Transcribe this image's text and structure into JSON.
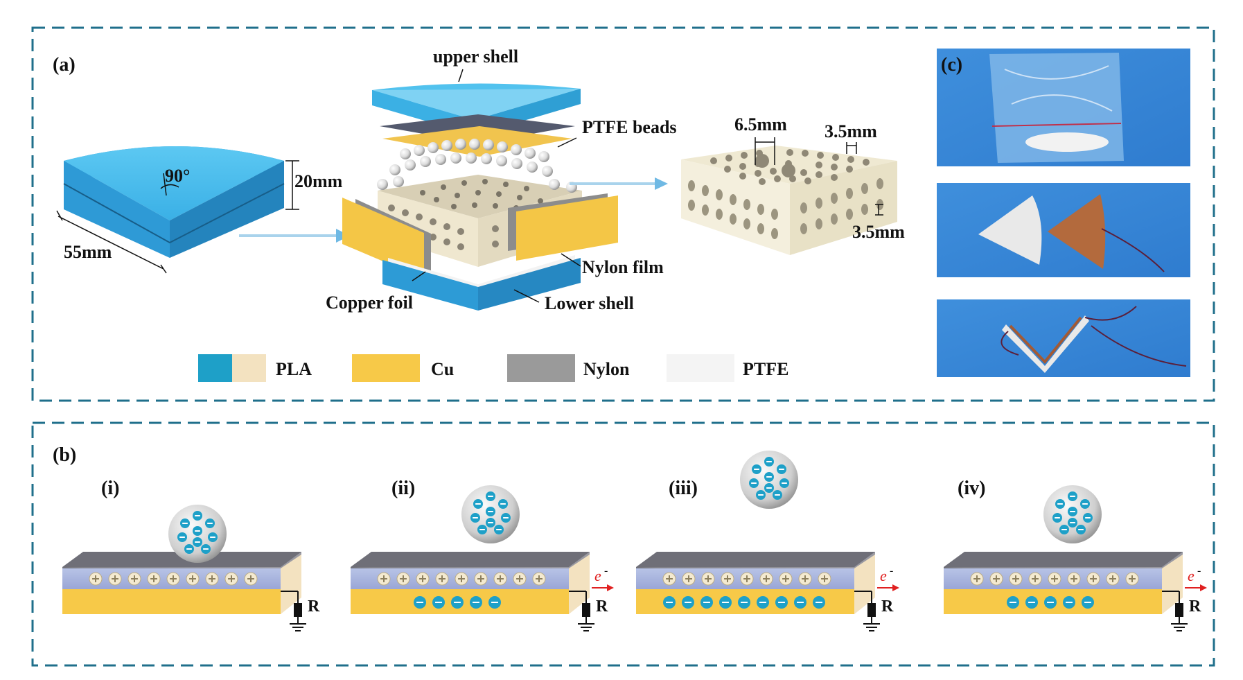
{
  "panel_a": {
    "label": "(a)",
    "angle": "90°",
    "height": "20mm",
    "width": "55mm",
    "upper_shell": "upper shell",
    "ptfe_beads": "PTFE beads",
    "copper_foil": "Copper foil",
    "nylon_film": "Nylon film",
    "lower_shell": "Lower shell",
    "hole_diameter": "6.5mm",
    "hole_spacing_top": "3.5mm",
    "hole_spacing_side": "3.5mm"
  },
  "legend": [
    {
      "name": "PLA",
      "colors": [
        "#1ea0c8",
        "#f3e2c0"
      ]
    },
    {
      "name": "Cu",
      "colors": [
        "#f7c948"
      ]
    },
    {
      "name": "Nylon",
      "colors": [
        "#9a9a9a"
      ]
    },
    {
      "name": "PTFE",
      "colors": [
        "#f4f4f4"
      ]
    }
  ],
  "panel_c": {
    "label": "(c)"
  },
  "panel_b": {
    "label": "(b)",
    "stages": [
      {
        "label": "(i)",
        "plus": 9,
        "minus": 0,
        "arrow": false,
        "electron": ""
      },
      {
        "label": "(ii)",
        "plus": 9,
        "minus": 5,
        "arrow": true,
        "electron": "e"
      },
      {
        "label": "(iii)",
        "plus": 9,
        "minus": 9,
        "arrow": true,
        "electron": "e"
      },
      {
        "label": "(iv)",
        "plus": 9,
        "minus": 5,
        "arrow": true,
        "electron": "e"
      }
    ],
    "resistor": "R"
  },
  "colors": {
    "frame": "#1f6f8b",
    "shell_blue": "#3cb6ea",
    "copper": "#f7c948",
    "nylon": "#8a8a8a",
    "charge": "#1ea0c8",
    "electron_arrow": "#e02020"
  }
}
